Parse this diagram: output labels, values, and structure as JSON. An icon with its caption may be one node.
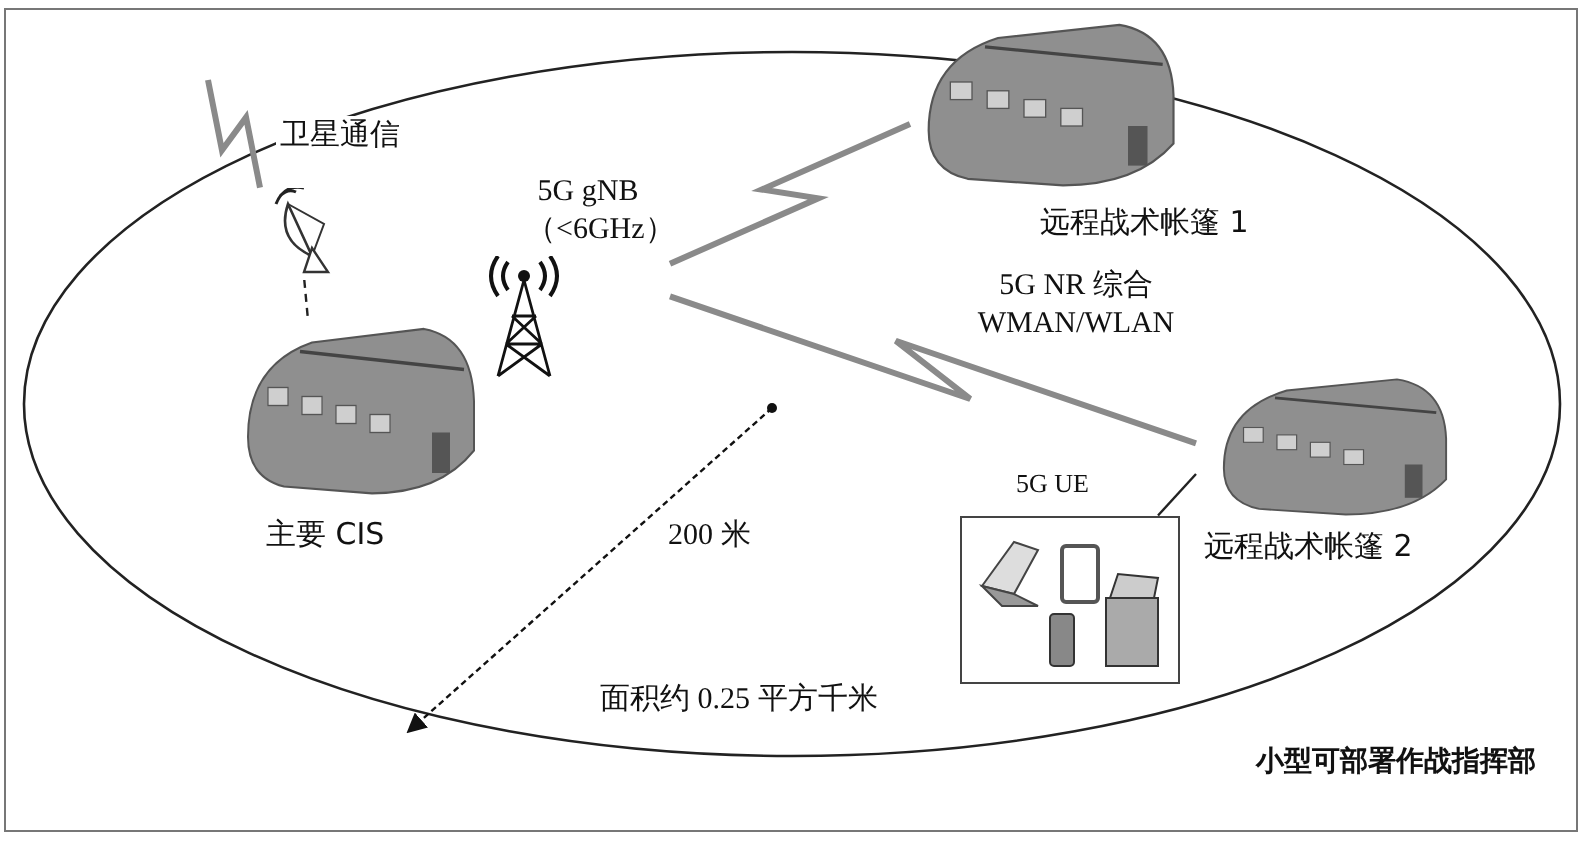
{
  "diagram": {
    "nodes": [
      {
        "text": [
          "小型可部署作战指挥部"
        ]
      },
      {
        "text": [
          "卫星通信"
        ],
        "in": 0
      },
      {
        "text": [
          "主要 CIS"
        ],
        "in": 0
      },
      {
        "text": [
          "5G gNB （<6GHz）"
        ],
        "in": 0
      },
      {
        "text": [
          "远程战术帐篷 1"
        ],
        "in": 0
      },
      {
        "text": [
          "远程战术帐篷 2"
        ],
        "in": 0
      },
      {
        "text": [
          "5G UE"
        ],
        "in": 0
      }
    ],
    "edges": [
      {
        "from": null,
        "to": 1,
        "arrow": "none"
      },
      {
        "from": 1,
        "to": 2,
        "arrow": "none",
        "style": "dashed",
        "color": "#222222"
      },
      {
        "from": 3,
        "to": 4,
        "arrow": "none"
      },
      {
        "from": 3,
        "to": 5,
        "arrow": "none",
        "label": "5G NR 综合 WMAN/WLAN"
      },
      {
        "from": 6,
        "to": 5,
        "arrow": "none",
        "color": "#222222"
      }
    ],
    "labels": [
      "200 米",
      "面积约 0.25 平方千米"
    ]
  }
}
